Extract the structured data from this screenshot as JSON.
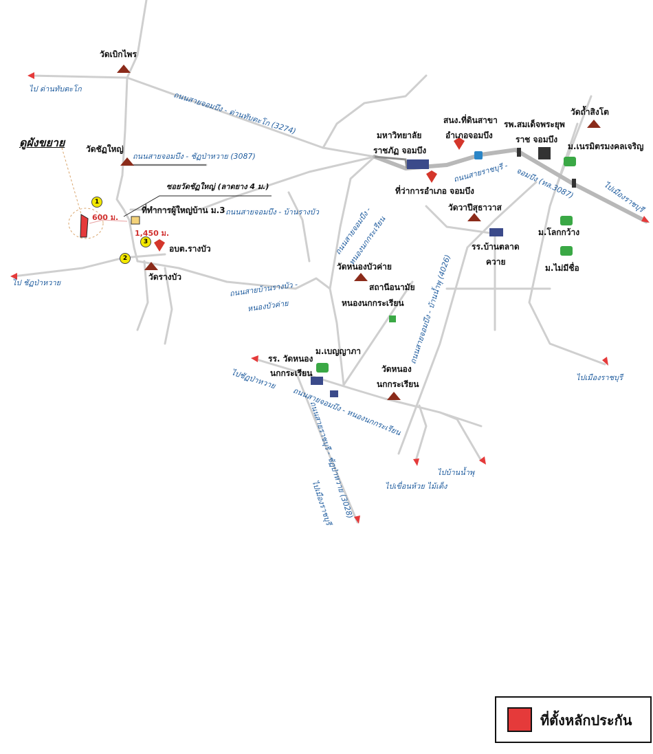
{
  "title": "ดูผังขยาย",
  "places": {
    "wat_boek_phrai": "วัดเบิกไพร",
    "wat_chat_yai": "วัดชัฏใหญ่",
    "village_head_office": "ที่ทำการผู้ใหญ่บ้าน ม.3",
    "aobt_rang_bua": "อบต.รางบัว",
    "wat_rang_bua": "วัดรางบัว",
    "university_1": "มหาวิทยาลัย",
    "university_2": "ราชภัฏ จอมบึง",
    "land_office_1": "สนง.ที่ดินสาขา",
    "land_office_2": "อำเภอจอมบึง",
    "district_office": "ที่ว่าการอำเภอ จอมบึง",
    "hospital_1": "รพ.สมเด็จพระยุพ",
    "hospital_2": "ราช จอมบึง",
    "wat_tham_sing_to": "วัดถ้ำสิงโต",
    "ban_nermit": "ม.เนรมิตรมงคลเจริญ",
    "wat_wapi": "วัดวาปีสุธาวาส",
    "school_talat_1": "รร.บ้านตลาด",
    "school_talat_2": "ควาย",
    "ban_lok_kwang": "ม.โลกกว้าง",
    "ban_mai_mi_chue": "ม.ไม่มีชื่อ",
    "wat_nong_bua_khai": "วัดหนองบัวค่าย",
    "health_station_1": "สถานีอนามัย",
    "health_station_2": "หนองนกกระเรียน",
    "ban_benya": "ม.เบญญาภา",
    "school_nong_1": "รร. วัดหนอง",
    "school_nong_2": "นกกระเรียน",
    "wat_nong_1": "วัดหนอง",
    "wat_nong_2": "นกกระเรียน"
  },
  "roads": {
    "r3274": "ถนนสายจอมบึง - ด่านทับตะโก (3274)",
    "r3087": "ถนนสายจอมบึง - ชัฏป่าหวาย (3087)",
    "soi": "ซอยวัดชัฏใหญ่ (ลาดยาง 4 ม.)",
    "rang_bua": "ถนนสายจอมบึง - บ้านรางบัว",
    "rang_bua_nong_bua_1": "ถนนสายบ้านรางบัว -",
    "rang_bua_nong_bua_2": "หนองบัวค่าย",
    "nong_nok_1": "ถนนสายจอมบึง -",
    "nong_nok_2": "หนองนกกระเรียน",
    "ratchaburi_1": "ถนนสายราชบุรี -",
    "ratchaburi_2": "จอมบึง (ทล.3087)",
    "r4026": "ถนนสายจอมบึง - บ้านน้ำพุ (4026)",
    "nong_nok_south": "ถนนสายจอมบึง - หนองนกกระเรียน",
    "r3028": "ถนนสายราชบุรี - ชัฏป่าหวาย (3028)"
  },
  "directions": {
    "dan_thap_tako": "ไป ด่านทับตะโก",
    "chat_pa_wai_west": "ไป ชัฏป่าหวาย",
    "mueang_ratchaburi_east": "ไปเมืองราชบุรี",
    "mueang_ratchaburi_se": "ไปเมืองราชบุรี",
    "chat_pa_wai_south": "ไปชัฏป่าหวาย",
    "mueang_ratchaburi_s": "ไปเมืองราชบุรี",
    "huai_mai_teng": "ไปเขื่อนห้วย ไม้เต็ง",
    "ban_nam_phu": "ไปบ้านน้ำพุ"
  },
  "distances": {
    "d1": "600 ม.",
    "d2": "1,450 ม."
  },
  "markers": [
    "1",
    "2",
    "3"
  ],
  "legend": {
    "label": "ที่ตั้งหลักประกัน",
    "color": "#e53a3a"
  },
  "colors": {
    "road": "#cfcfcf",
    "main_road": "#b8b8b8",
    "road_label": "#1f5c9e",
    "arrow": "#e53a3a"
  }
}
